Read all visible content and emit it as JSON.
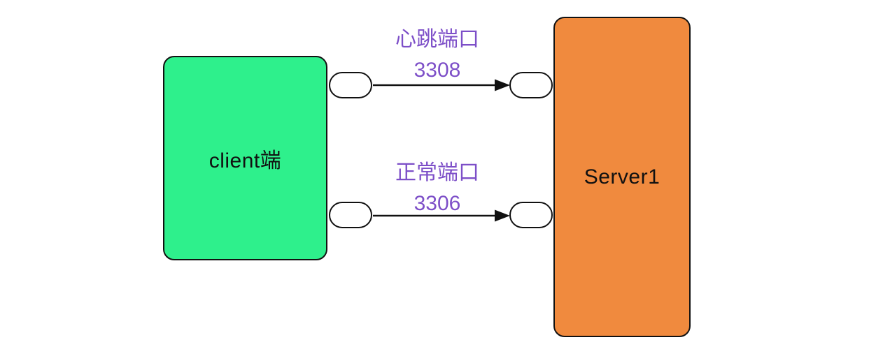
{
  "diagram": {
    "nodes": {
      "client": {
        "label": "client端"
      },
      "server": {
        "label": "Server1"
      }
    },
    "connections": [
      {
        "name": "心跳端口",
        "port": "3308",
        "direction": "client-to-server"
      },
      {
        "name": "正常端口",
        "port": "3306",
        "direction": "client-to-server"
      }
    ]
  },
  "colors": {
    "background": "#FFFFFF",
    "client_fill": "#2EF08C",
    "server_fill": "#F08A3E",
    "label_purple": "#7D4FC8",
    "stroke": "#111111"
  }
}
